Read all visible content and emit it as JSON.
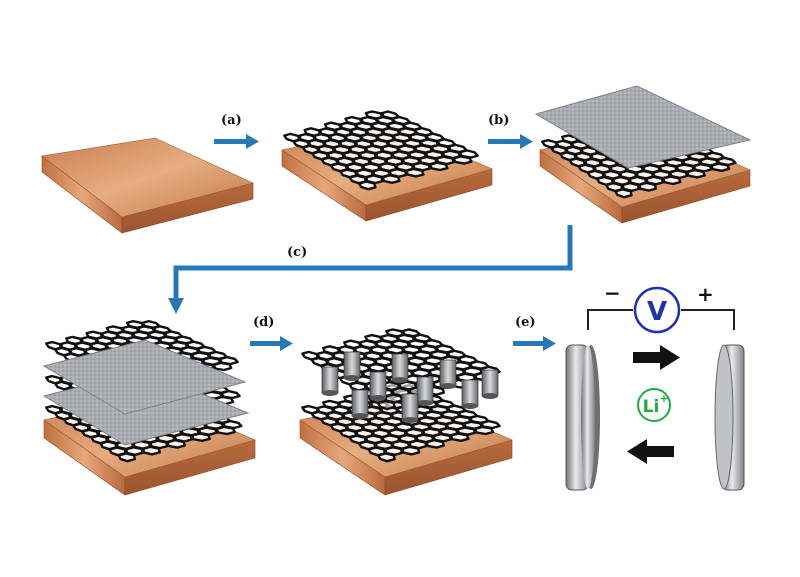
{
  "steps": [
    {
      "id": "a",
      "label": "(a)"
    },
    {
      "id": "b",
      "label": "(b)"
    },
    {
      "id": "c",
      "label": "(c)"
    },
    {
      "id": "d",
      "label": "(d)"
    },
    {
      "id": "e",
      "label": "(e)"
    }
  ],
  "battery": {
    "voltmeter_label": "V",
    "minus_sign": "−",
    "plus_sign": "+",
    "ion_label": "Li",
    "ion_charge": "+"
  },
  "colors": {
    "copper": "#c98a5c",
    "copper_side": "#b87045",
    "copper_front": "#d79868",
    "arrow": "#2878b8",
    "hex_stroke": "#111111",
    "sheet": "#a8acb0",
    "electrode": "#9aa0a6",
    "voltmeter": "#2233aa",
    "ion": "#22aa44"
  },
  "icons": [
    "copper-foil-icon",
    "graphene-hex-icon",
    "polymer-sheet-icon",
    "process-arrow-icon",
    "voltmeter-icon",
    "electrode-icon",
    "li-ion-icon"
  ]
}
